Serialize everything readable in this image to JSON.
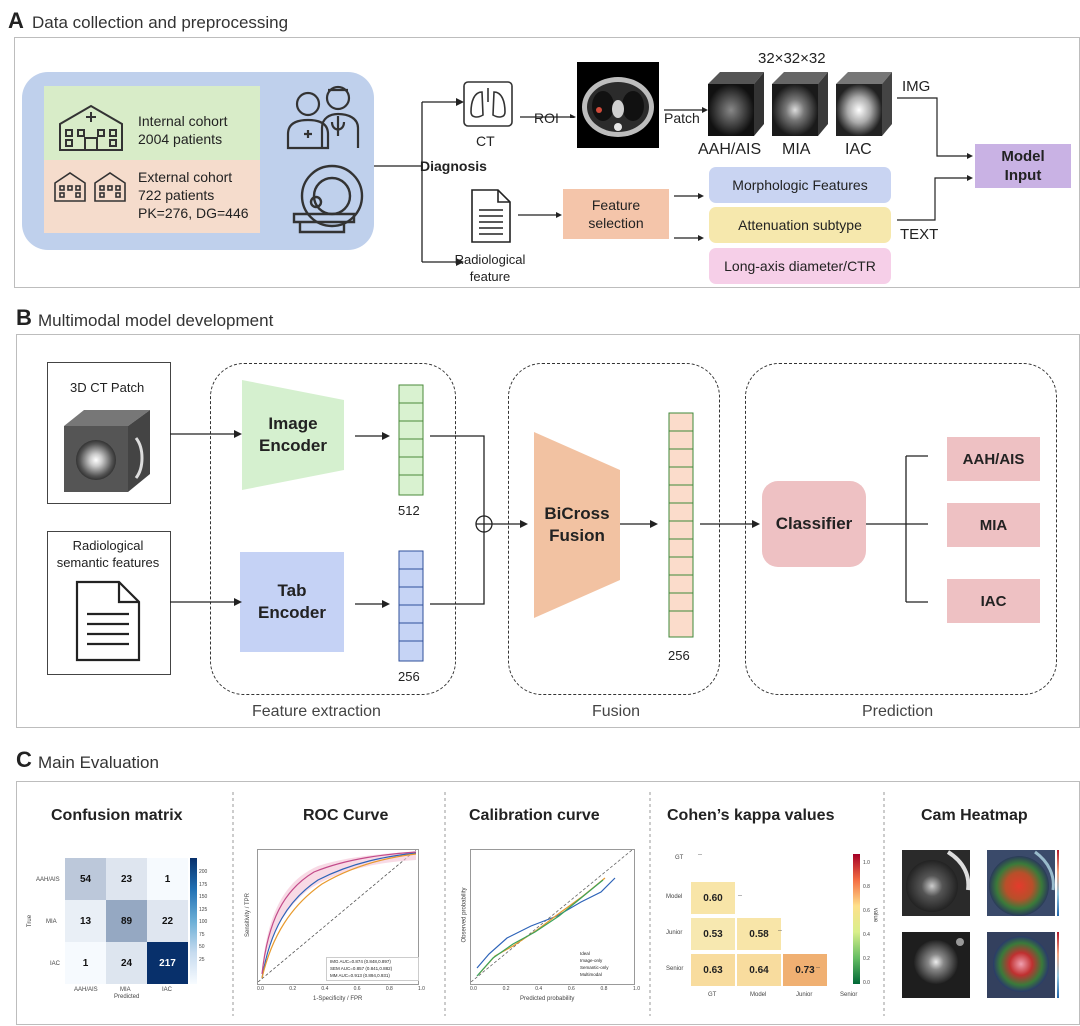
{
  "sectionA": {
    "letter": "A",
    "title": "Data collection and preprocessing",
    "internal": {
      "line1": "Internal cohort",
      "line2": "2004 patients"
    },
    "external": {
      "line1": "External cohort",
      "line2": "722 patients",
      "line3": "PK=276, DG=446"
    },
    "diagnosis": "Diagnosis",
    "ct": "CT",
    "roi": "ROI",
    "patch": "Patch",
    "size": "32×32×32",
    "classes": [
      "AAH/AIS",
      "MIA",
      "IAC"
    ],
    "img": "IMG",
    "text": "TEXT",
    "model_input": {
      "line1": "Model",
      "line2": "Input"
    },
    "radiological": {
      "line1": "Radiological",
      "line2": "feature"
    },
    "feature_selection": {
      "line1": "Feature",
      "line2": "selection"
    },
    "features": [
      "Morphologic Features",
      "Attenuation subtype",
      "Long-axis diameter/CTR"
    ],
    "colors": {
      "cohort_bg": "#bfd0ec",
      "internal_bg": "#d8ecc8",
      "external_bg": "#f5dccc",
      "model_input_bg": "#c9b2e4",
      "feat1": "#c9d4f2",
      "feat2": "#f6e8ad",
      "feat3": "#f6cfe8",
      "fsel": "#f4c5aa"
    }
  },
  "sectionB": {
    "letter": "B",
    "title": "Multimodal model development",
    "ct_patch": "3D CT Patch",
    "rad_sem": {
      "line1": "Radiological",
      "line2": "semantic features"
    },
    "image_encoder": {
      "line1": "Image",
      "line2": "Encoder"
    },
    "tab_encoder": {
      "line1": "Tab",
      "line2": "Encoder"
    },
    "dim512": "512",
    "dim256a": "256",
    "dim256b": "256",
    "bicross": {
      "line1": "BiCross",
      "line2": "Fusion"
    },
    "classifier": "Classifier",
    "outputs": [
      "AAH/AIS",
      "MIA",
      "IAC"
    ],
    "groups": [
      "Feature extraction",
      "Fusion",
      "Prediction"
    ],
    "colors": {
      "img_enc": "#d5f0cf",
      "tab_enc": "#c5d2f5",
      "bicross": "#f2c2a2",
      "classifier": "#eec1c3",
      "out": "#eec1c3",
      "vec_green": "#d9f2d0",
      "vec_blue": "#c6d4f5",
      "vec_orange": "#fbdccb"
    }
  },
  "sectionC": {
    "letter": "C",
    "title": "Main Evaluation",
    "titles": [
      "Confusion matrix",
      "ROC Curve",
      "Calibration curve",
      "Cohen’s kappa values",
      "Cam Heatmap"
    ],
    "confusion": {
      "row_labels": [
        "AAH/AIS",
        "MIA",
        "IAC"
      ],
      "col_labels": [
        "AAH/AIS",
        "MIA",
        "IAC"
      ],
      "ylabel": "True",
      "xlabel": "Predicted",
      "values": [
        [
          54,
          23,
          1
        ],
        [
          13,
          89,
          22
        ],
        [
          1,
          24,
          217
        ]
      ],
      "colorbar": [
        "200",
        "175",
        "150",
        "125",
        "100",
        "75",
        "50",
        "25"
      ]
    },
    "roc": {
      "xlabel": "1-Specificity / FPR",
      "ylabel": "Sensitivity / TPR",
      "ticks": [
        "0.0",
        "0.2",
        "0.4",
        "0.6",
        "0.8",
        "1.0"
      ],
      "legend": [
        "IMG  AUC=0.874 (0.848,0.897)",
        "SEM  AUC=0.857 (0.841,0.882)",
        "MM  AUC=0.913 (0.894,0.931)"
      ]
    },
    "calibration": {
      "xlabel": "Predicted probability",
      "ylabel": "Observed probability",
      "ticks": [
        "0.0",
        "0.2",
        "0.4",
        "0.6",
        "0.8",
        "1.0"
      ],
      "legend": [
        "Ideal",
        "Image-only",
        "Semantic-only",
        "Multimodal"
      ]
    },
    "kappa": {
      "row_labels": [
        "GT",
        "Model",
        "Junior",
        "Senior"
      ],
      "col_labels": [
        "GT",
        "Model",
        "Junior",
        "Senior"
      ],
      "values": [
        "0.60",
        "0.53",
        "0.58",
        "0.63",
        "0.64",
        "0.73"
      ],
      "dash": "--",
      "colorbar": [
        "1.0",
        "0.8",
        "0.6",
        "0.4",
        "0.2",
        "0.0"
      ],
      "cb_label": "value"
    }
  }
}
